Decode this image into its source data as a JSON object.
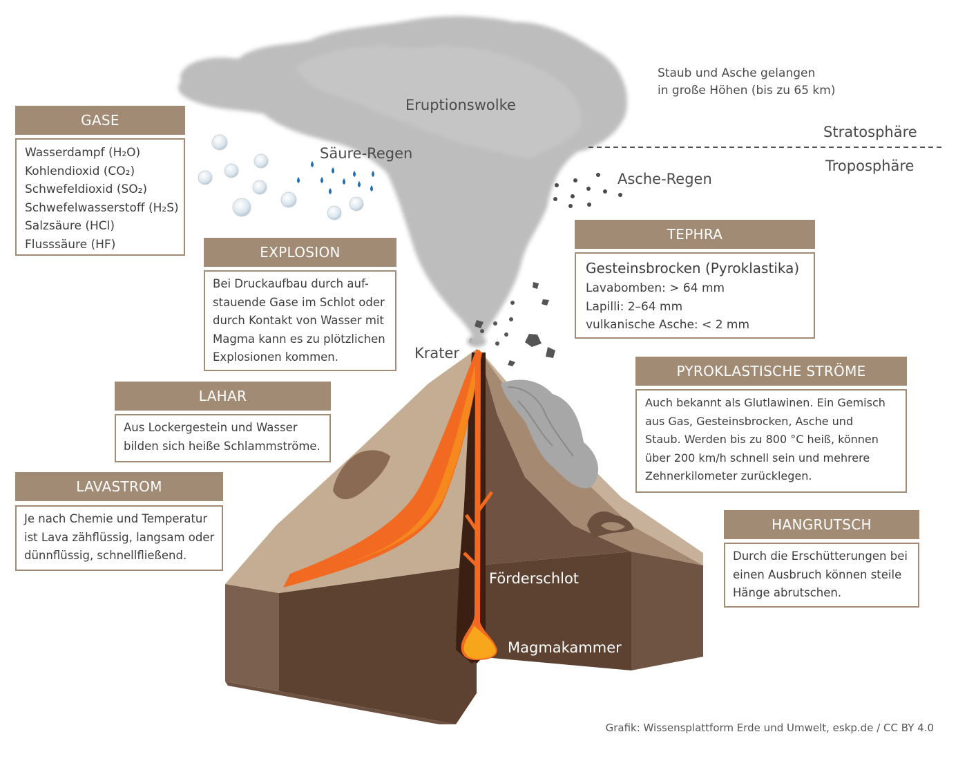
{
  "labels": {
    "eruption_cloud": "Eruptionswolke",
    "dust_note_line1": "Staub und Asche gelangen",
    "dust_note_line2": "in große Höhen (bis zu 65 km)",
    "stratosphere": "Stratosphäre",
    "troposphere": "Troposphäre",
    "acid_rain": "Säure-Regen",
    "ash_rain": "Asche-Regen",
    "crater": "Krater",
    "vent": "Förderschlot",
    "magma_chamber": "Magmakammer"
  },
  "boxes": {
    "gases": {
      "title": "GASE",
      "lines": [
        "Wasserdampf (H₂O)",
        "Kohlendioxid (CO₂)",
        "Schwefeldioxid (SO₂)",
        "Schwefelwasserstoff (H₂S)",
        "Salzsäure (HCl)",
        "Flusssäure (HF)"
      ]
    },
    "explosion": {
      "title": "EXPLOSION",
      "lines": [
        "Bei Druckaufbau durch auf-",
        "stauende Gase im Schlot oder",
        "durch Kontakt von Wasser mit",
        "Magma kann es zu plötzlichen",
        "Explosionen kommen."
      ]
    },
    "lahar": {
      "title": "LAHAR",
      "lines": [
        "Aus Lockergestein und Wasser",
        "bilden sich heiße Schlammströme."
      ]
    },
    "lavastrom": {
      "title": "LAVASTROM",
      "lines": [
        "Je nach Chemie und Temperatur",
        "ist Lava zähflüssig, langsam oder",
        "dünnflüssig, schnellfließend."
      ]
    },
    "tephra": {
      "title": "TEPHRA",
      "subtitle": "Gesteinsbrocken (Pyroklastika)",
      "lines": [
        "Lavabomben: > 64 mm",
        "Lapilli: 2–64 mm",
        "vulkanische Asche: < 2 mm"
      ]
    },
    "pyroclastic": {
      "title": "PYROKLASTISCHE STRÖME",
      "lines": [
        "Auch bekannt als Glutlawinen. Ein Gemisch",
        "aus Gas, Gesteinsbrocken, Asche und",
        "Staub. Werden bis zu 800 °C heiß, können",
        "über 200 km/h schnell sein und mehrere",
        "Zehnerkilometer zurücklegen."
      ]
    },
    "hangrutsch": {
      "title": "HANGRUTSCH",
      "lines": [
        "Durch die Erschütterungen bei",
        "einen Ausbruch können steile",
        "Hänge abrutschen."
      ]
    }
  },
  "credit": "Grafik: Wissensplattform Erde und Umwelt, eskp.de / CC BY 4.0",
  "colors": {
    "box_header": "#a28b74",
    "cloud": "#bdbdbd",
    "lava": "#f26a21",
    "magma": "#f7a21b",
    "rock_dark": "#5c4030",
    "rock_light": "#c9b39a"
  }
}
